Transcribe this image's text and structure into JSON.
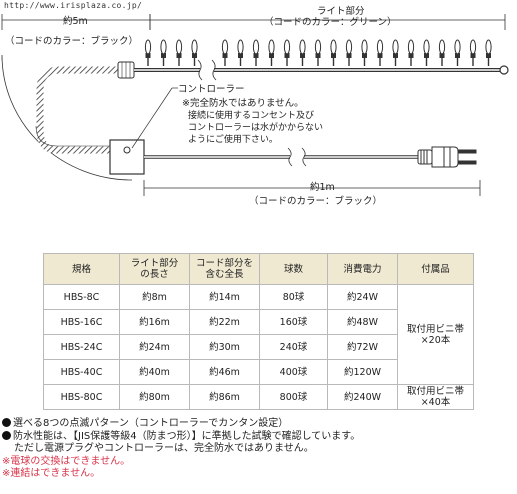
{
  "header": {
    "url": "http://www.irisplaza.co.jp/"
  },
  "diagram": {
    "length_5m": "約5m",
    "light_section": "ライト部分",
    "light_color": "（コードのカラー：グリーン）",
    "cord_color_black_top": "（コードのカラー：ブラック）",
    "controller": "コントローラー",
    "warning_1": "※完全防水ではありません。",
    "warning_2": "接続に使用するコンセント及び",
    "warning_3": "コントローラーは水がかからない",
    "warning_4": "ようにご使用下さい。",
    "length_1m": "約1m",
    "cord_color_black_bottom": "（コードのカラー：ブラック）"
  },
  "table": {
    "headers": [
      "規格",
      "ライト部分の長さ",
      "コード部分を含む全長",
      "球数",
      "消費電力",
      "付属品"
    ],
    "rows": [
      [
        "HBS-8C",
        "約8m",
        "約14m",
        "80球",
        "約24W"
      ],
      [
        "HBS-16C",
        "約16m",
        "約22m",
        "160球",
        "約48W"
      ],
      [
        "HBS-24C",
        "約24m",
        "約30m",
        "240球",
        "約72W"
      ],
      [
        "HBS-40C",
        "約40m",
        "約46m",
        "400球",
        "約120W"
      ],
      [
        "HBS-80C",
        "約80m",
        "約86m",
        "800球",
        "約240W"
      ]
    ],
    "accessory_1": "取付用ビニ帯 ×20本",
    "accessory_2": "取付用ビニ帯 ×40本"
  },
  "notes": {
    "line1": "選べる8つの点滅パターン（コントローラーでカンタン設定）",
    "line2": "防水性能は、【JIS保護等級4（防まつ形）】に準拠した試験で確認しています。",
    "line3": "ただし電源プラグやコントローラーは、完全防水ではありません。",
    "line4": "※電球の交換はできません。",
    "line5": "※連結はできません。"
  },
  "colors": {
    "header_bg": "#efe9d2",
    "border": "#b9b9b9",
    "note_red": "#d9344a"
  }
}
